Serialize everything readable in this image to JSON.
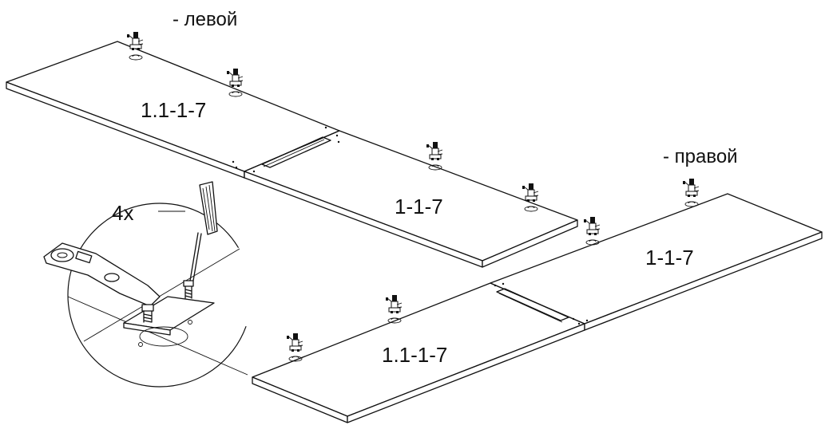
{
  "labels": {
    "left": "- левой",
    "right": "- правой",
    "top_left_panel": "1.1-1-7",
    "top_right_panel": "1-1-7",
    "bottom_right_panel": "1-1-7",
    "bottom_left_panel": "1.1-1-7",
    "detail_count": "4x"
  },
  "icons": [
    "hinge-icon",
    "screwdriver-icon",
    "hinge-detail-icon"
  ],
  "colors": {
    "line": "#111111",
    "background": "#ffffff"
  }
}
